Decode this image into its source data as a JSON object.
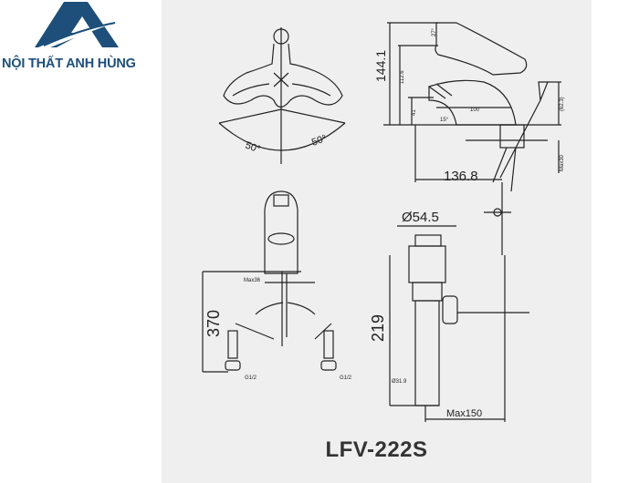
{
  "brand": {
    "name": "NỘI THẤT ANH HÙNG",
    "color": "#1d4f7a"
  },
  "model": "LFV-222S",
  "top_view": {
    "angle_left": "50°",
    "angle_right": "50°"
  },
  "side_view": {
    "height_total": "144.1",
    "height_lever": "112.6",
    "angle_lever": "27°",
    "spout_height": "41",
    "spout_reach": "100",
    "spout_angle": "15°",
    "drain_rod_height": "(62.3)",
    "max_deck": "Max30",
    "reach": "136.8"
  },
  "front_view": {
    "max_deck": "Max36",
    "hose_length": "370",
    "thread_left": "G1/2",
    "thread_right": "G1/2"
  },
  "drain_view": {
    "diameter": "Ø54.5",
    "length": "219",
    "pipe_diameter": "Ø31.9",
    "max_offset": "Max150"
  }
}
